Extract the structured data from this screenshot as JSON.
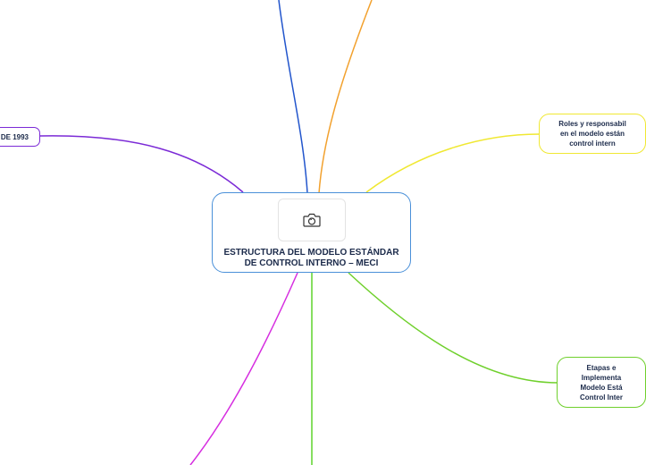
{
  "central": {
    "title": "ESTRUCTURA DEL MODELO ESTÁNDAR DE CONTROL INTERNO – MECI",
    "image_icon": "camera-icon"
  },
  "branches": {
    "ley": {
      "label": "DE 1993",
      "color": "#7b2ad6"
    },
    "roles": {
      "label": "Roles y responsabil\nen el modelo están\ncontrol intern",
      "color": "#f0e832"
    },
    "etapas": {
      "label": "Etapas e\nImplementa\nModelo Está\nControl Inter",
      "color": "#6fd02c"
    },
    "top_blue": {
      "color": "#2255cc"
    },
    "top_orange": {
      "color": "#f2a12e"
    },
    "bottom_magenta": {
      "color": "#d62ee0"
    },
    "bottom_green": {
      "color": "#5ed42c"
    }
  }
}
